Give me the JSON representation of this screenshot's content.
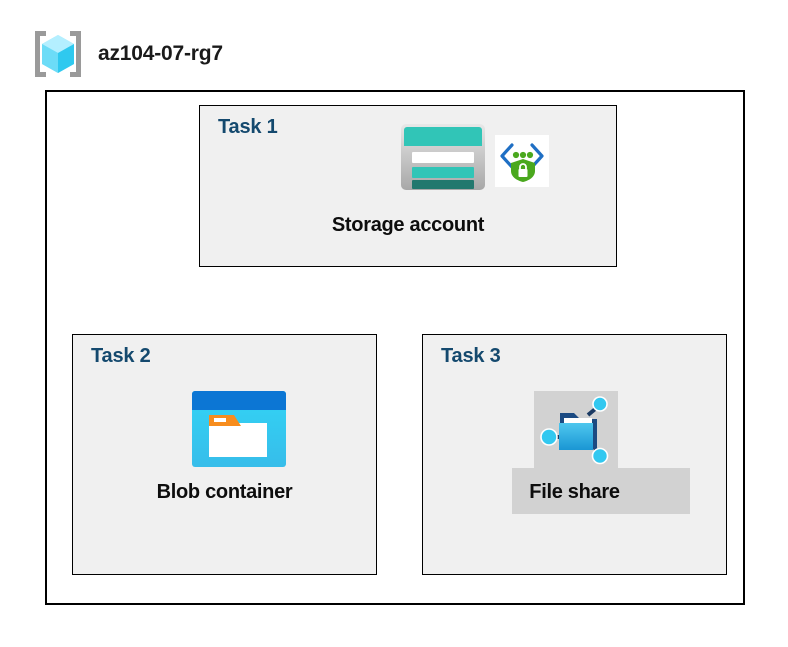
{
  "header": {
    "icon": "resource-group-icon",
    "title": "az104-07-rg7"
  },
  "diagram": {
    "container_name": "resource-group-container",
    "tasks": [
      {
        "id": "task1",
        "label": "Task 1",
        "node_caption": "Storage account",
        "icons": [
          "storage-account-icon",
          "secure-endpoint-icon"
        ]
      },
      {
        "id": "task2",
        "label": "Task 2",
        "node_caption": "Blob container",
        "icons": [
          "blob-container-icon"
        ]
      },
      {
        "id": "task3",
        "label": "Task 3",
        "node_caption": "File share",
        "icons": [
          "file-share-icon"
        ]
      }
    ],
    "connectors": [
      {
        "from": "task1",
        "to": "task2"
      },
      {
        "from": "task1",
        "to": "task3"
      }
    ]
  },
  "colors": {
    "task_label": "#14496e",
    "caption": "#0d0d0d",
    "box_fill": "#f0f0f0",
    "box_border": "#000000",
    "container_fill": "#ffffff",
    "connector": "#000000",
    "storage_teal": "#31c5b7",
    "storage_teal_dark": "#22786e",
    "blob_blue": "#0c76d4",
    "blob_cyan": "#32d4f5",
    "blob_orange": "#f78d1e",
    "fileshare_node": "#32c8f0",
    "fileshare_folder": "#2aa9dd",
    "fileshare_plate": "#d2d2d2",
    "shield_green": "#4aa81e",
    "chevron_blue": "#1f6fc4",
    "cube_cyan": "#45d6f5",
    "bracket_gray": "#9a9a9a"
  }
}
